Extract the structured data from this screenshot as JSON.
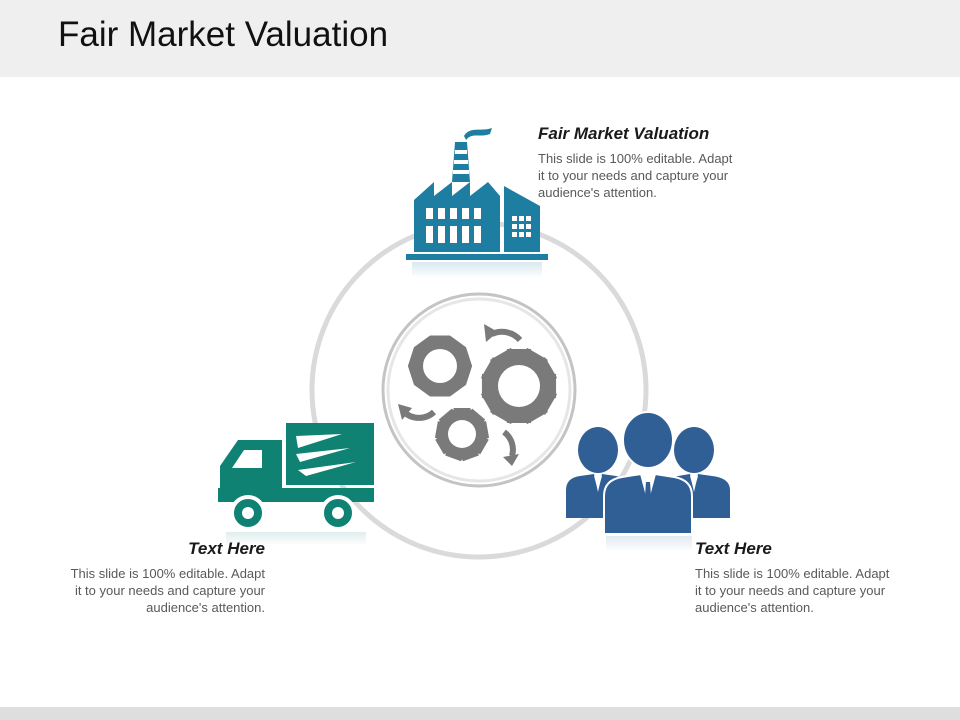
{
  "slide": {
    "title": "Fair Market Valuation"
  },
  "colors": {
    "factory": "#1e7ea1",
    "truck": "#0f8273",
    "people": "#2f5f95",
    "gears": "#7a7a7a",
    "ring": "#dadada"
  },
  "callouts": {
    "top": {
      "heading": "Fair Market Valuation",
      "body": [
        "This slide is 100% editable. Adapt",
        "it to your needs and capture your",
        "audience's attention."
      ]
    },
    "left": {
      "heading": "Text Here",
      "body": [
        "This slide is 100% editable. Adapt",
        "it to your needs and capture your",
        "audience's attention."
      ]
    },
    "right": {
      "heading": "Text Here",
      "body": [
        "This slide is 100% editable. Adapt",
        "it to your needs and capture your",
        "audience's attention."
      ]
    }
  },
  "icons": {
    "top": "factory-icon",
    "left": "delivery-truck-icon",
    "right": "business-team-icon",
    "center": "gears-icon"
  }
}
